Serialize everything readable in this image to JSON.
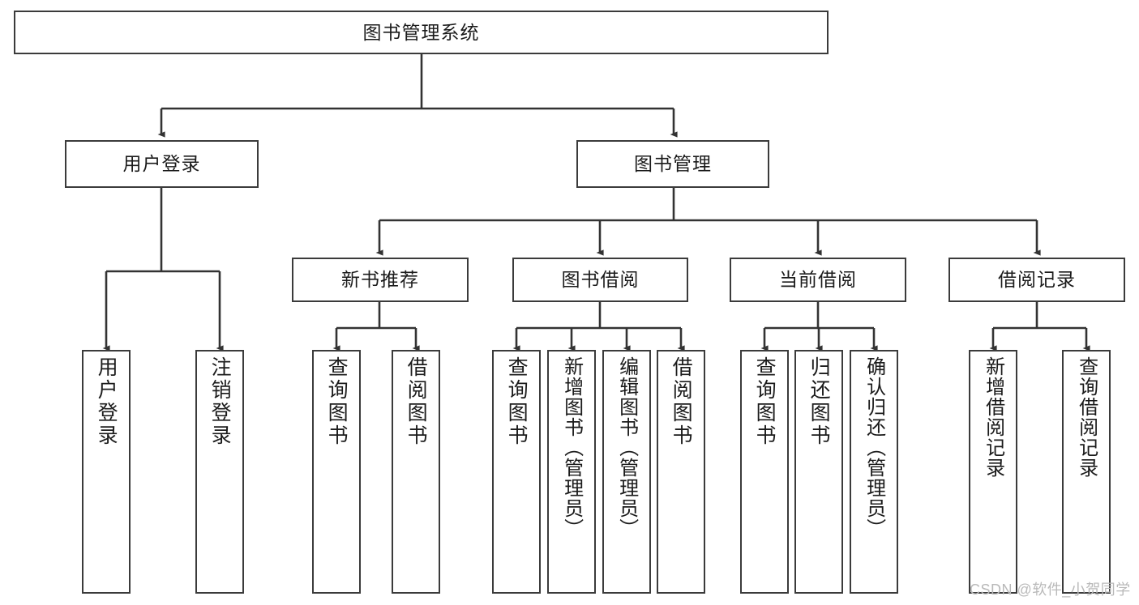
{
  "diagram": {
    "title": "图书管理系统",
    "type": "tree-hierarchy-chart",
    "root": {
      "id": "root",
      "label": "图书管理系统"
    },
    "level1": [
      {
        "id": "user-login",
        "label": "用户登录"
      },
      {
        "id": "book-manage",
        "label": "图书管理"
      }
    ],
    "level2": [
      {
        "id": "new-book-recommend",
        "label": "新书推荐",
        "parent": "book-manage"
      },
      {
        "id": "book-borrow",
        "label": "图书借阅",
        "parent": "book-manage"
      },
      {
        "id": "current-borrow",
        "label": "当前借阅",
        "parent": "book-manage"
      },
      {
        "id": "borrow-record",
        "label": "借阅记录",
        "parent": "book-manage"
      }
    ],
    "leaves": [
      {
        "id": "leaf-user-login",
        "label": "用户登录",
        "parent": "user-login"
      },
      {
        "id": "leaf-logout",
        "label": "注销登录",
        "parent": "user-login"
      },
      {
        "id": "leaf-query-book-1",
        "label": "查询图书",
        "parent": "new-book-recommend"
      },
      {
        "id": "leaf-borrow-book-1",
        "label": "借阅图书",
        "parent": "new-book-recommend"
      },
      {
        "id": "leaf-query-book-2",
        "label": "查询图书",
        "parent": "book-borrow"
      },
      {
        "id": "leaf-add-book",
        "label": "新增图书（管理员）",
        "parent": "book-borrow"
      },
      {
        "id": "leaf-edit-book",
        "label": "编辑图书（管理员）",
        "parent": "book-borrow"
      },
      {
        "id": "leaf-borrow-book-2",
        "label": "借阅图书",
        "parent": "book-borrow"
      },
      {
        "id": "leaf-query-book-3",
        "label": "查询图书",
        "parent": "current-borrow"
      },
      {
        "id": "leaf-return-book",
        "label": "归还图书",
        "parent": "current-borrow"
      },
      {
        "id": "leaf-confirm-return",
        "label": "确认归还（管理员）",
        "parent": "current-borrow"
      },
      {
        "id": "leaf-add-record",
        "label": "新增借阅记录",
        "parent": "borrow-record"
      },
      {
        "id": "leaf-query-record",
        "label": "查询借阅记录",
        "parent": "borrow-record"
      }
    ]
  },
  "watermark": {
    "text": "CSDN @软件_小贺同学"
  },
  "colors": {
    "background": "#ffffff",
    "box_border": "#3b3b3b",
    "text": "#1b1b1b",
    "edge": "#333333",
    "watermark": "#b9b9b9"
  }
}
